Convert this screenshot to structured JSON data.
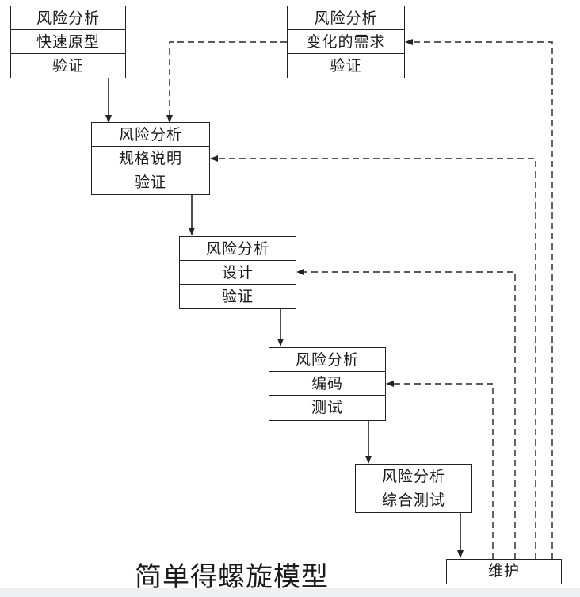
{
  "caption": "简单得螺旋模型",
  "boxes": [
    {
      "id": "prototype",
      "rows": [
        "风险分析",
        "快速原型",
        "验证"
      ]
    },
    {
      "id": "changed-requirements",
      "rows": [
        "风险分析",
        "变化的需求",
        "验证"
      ]
    },
    {
      "id": "specification",
      "rows": [
        "风险分析",
        "规格说明",
        "验证"
      ]
    },
    {
      "id": "design",
      "rows": [
        "风险分析",
        "设计",
        "验证"
      ]
    },
    {
      "id": "coding",
      "rows": [
        "风险分析",
        "编码",
        "测试"
      ]
    },
    {
      "id": "integration-testing",
      "rows": [
        "风险分析",
        "综合测试"
      ]
    },
    {
      "id": "maintenance",
      "rows": [
        "维护"
      ]
    }
  ]
}
